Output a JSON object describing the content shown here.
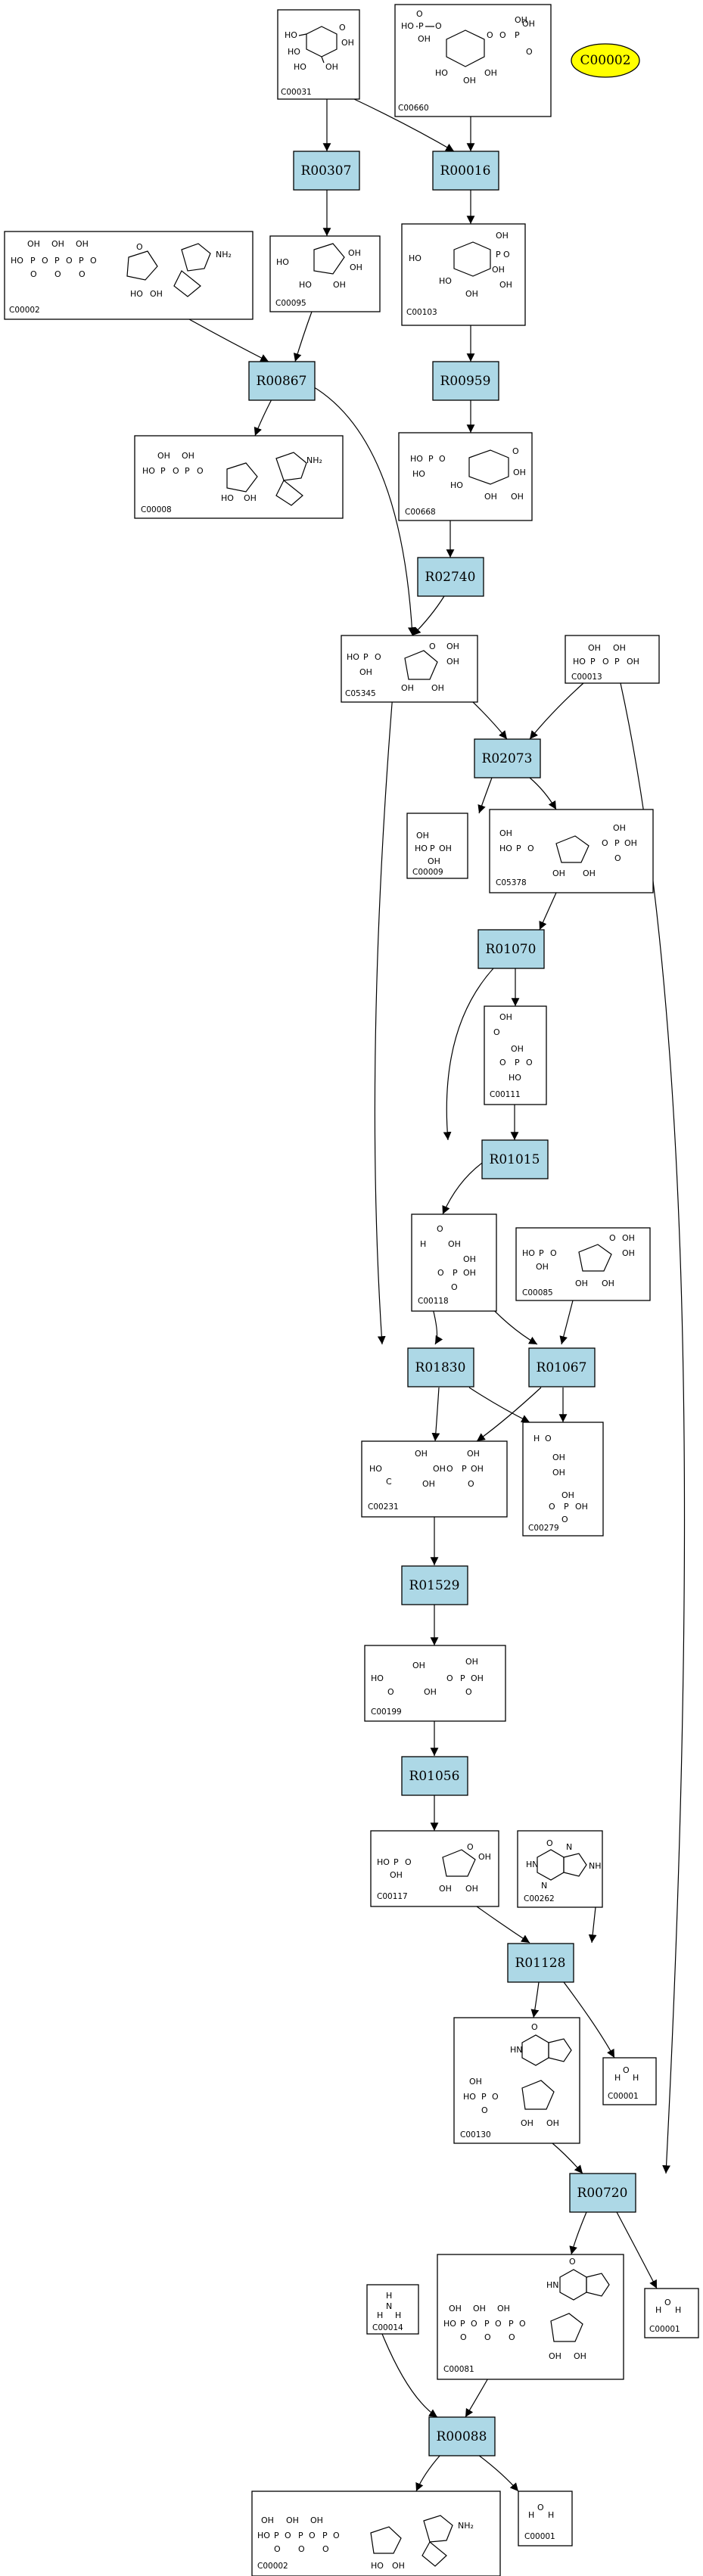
{
  "legend": {
    "label": "C00002",
    "color": "#ffff00"
  },
  "colors": {
    "reaction_fill": "#add8e6",
    "compound_fill": "#ffffff"
  },
  "reactions": [
    {
      "id": "r00307",
      "label": "R00307"
    },
    {
      "id": "r00016",
      "label": "R00016"
    },
    {
      "id": "r00867",
      "label": "R00867"
    },
    {
      "id": "r00959",
      "label": "R00959"
    },
    {
      "id": "r02740",
      "label": "R02740"
    },
    {
      "id": "r02073",
      "label": "R02073"
    },
    {
      "id": "r01070",
      "label": "R01070"
    },
    {
      "id": "r01015",
      "label": "R01015"
    },
    {
      "id": "r01830",
      "label": "R01830"
    },
    {
      "id": "r01067",
      "label": "R01067"
    },
    {
      "id": "r01529",
      "label": "R01529"
    },
    {
      "id": "r01056",
      "label": "R01056"
    },
    {
      "id": "r01128",
      "label": "R01128"
    },
    {
      "id": "r00720",
      "label": "R00720"
    },
    {
      "id": "r00088",
      "label": "R00088"
    }
  ],
  "compounds": [
    {
      "id": "c00031",
      "label": "C00031"
    },
    {
      "id": "c00660",
      "label": "C00660"
    },
    {
      "id": "c00002a",
      "label": "C00002"
    },
    {
      "id": "c00095",
      "label": "C00095"
    },
    {
      "id": "c00103",
      "label": "C00103"
    },
    {
      "id": "c00008",
      "label": "C00008"
    },
    {
      "id": "c00668",
      "label": "C00668"
    },
    {
      "id": "c05345",
      "label": "C05345"
    },
    {
      "id": "c00013",
      "label": "C00013"
    },
    {
      "id": "c00009",
      "label": "C00009"
    },
    {
      "id": "c05378",
      "label": "C05378"
    },
    {
      "id": "c00111",
      "label": "C00111"
    },
    {
      "id": "c00118",
      "label": "C00118"
    },
    {
      "id": "c00085",
      "label": "C00085"
    },
    {
      "id": "c00231",
      "label": "C00231"
    },
    {
      "id": "c00279",
      "label": "C00279"
    },
    {
      "id": "c00199",
      "label": "C00199"
    },
    {
      "id": "c00117",
      "label": "C00117"
    },
    {
      "id": "c00262",
      "label": "C00262"
    },
    {
      "id": "c00130",
      "label": "C00130"
    },
    {
      "id": "c00001a",
      "label": "C00001"
    },
    {
      "id": "c00001b",
      "label": "C00001"
    },
    {
      "id": "c00081",
      "label": "C00081"
    },
    {
      "id": "c00014",
      "label": "C00014"
    },
    {
      "id": "c00002b",
      "label": "C00002"
    },
    {
      "id": "c00001c",
      "label": "C00001"
    }
  ]
}
